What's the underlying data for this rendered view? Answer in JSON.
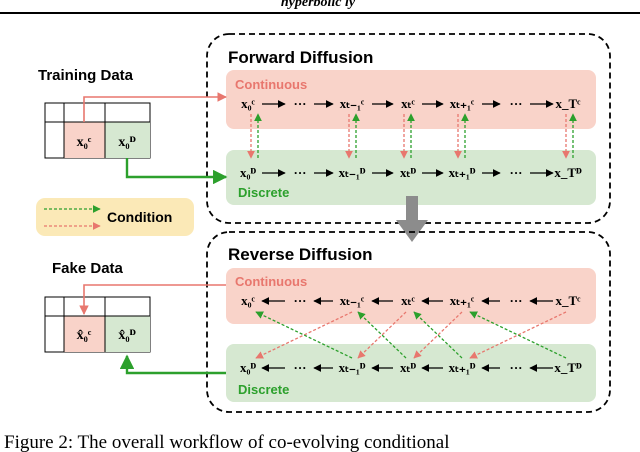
{
  "header_fragment": "hyperbolic ly",
  "left": {
    "training_title": "Training Data",
    "fake_title": "Fake Data",
    "training_cells": [
      "x₀ᶜ",
      "x₀ᴰ"
    ],
    "fake_cells": [
      "x̂₀ᶜ",
      "x̂₀ᴰ"
    ],
    "legend_label": "Condition"
  },
  "forward": {
    "title": "Forward Diffusion",
    "continuous_label": "Continuous",
    "discrete_label": "Discrete",
    "continuous_nodes": [
      "x₀ᶜ",
      "···",
      "xₜ₋₁ᶜ",
      "xₜᶜ",
      "xₜ₊₁ᶜ",
      "···",
      "x_Tᶜ"
    ],
    "discrete_nodes": [
      "x₀ᴰ",
      "···",
      "xₜ₋₁ᴰ",
      "xₜᴰ",
      "xₜ₊₁ᴰ",
      "···",
      "x_Tᴰ"
    ]
  },
  "reverse": {
    "title": "Reverse Diffusion",
    "continuous_label": "Continuous",
    "discrete_label": "Discrete",
    "continuous_nodes": [
      "x₀ᶜ",
      "···",
      "xₜ₋₁ᶜ",
      "xₜᶜ",
      "xₜ₊₁ᶜ",
      "···",
      "x_Tᶜ"
    ],
    "discrete_nodes": [
      "x₀ᴰ",
      "···",
      "xₜ₋₁ᴰ",
      "xₜᴰ",
      "xₜ₊₁ᴰ",
      "···",
      "x_Tᴰ"
    ]
  },
  "caption": "Figure 2: The overall workflow of co-evolving conditional",
  "colors": {
    "continuous_band": "#f9d3c9",
    "discrete_band": "#d6e8d1",
    "continuous_text": "#e8776e",
    "discrete_text": "#2ca02c",
    "red_arrow": "#e8776e",
    "green_arrow": "#2ca02c",
    "legend_bg": "#fbe9b7",
    "gray_arrow": "#8c8c8c"
  }
}
